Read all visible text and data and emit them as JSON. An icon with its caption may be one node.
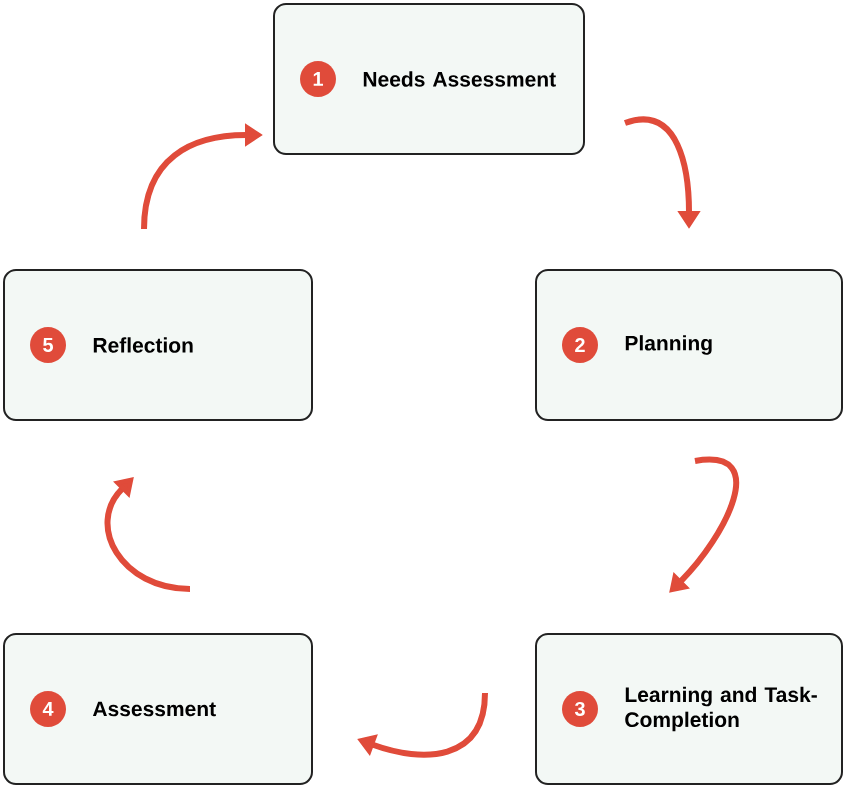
{
  "diagram": {
    "nodes": [
      {
        "text": [
          "1",
          "Needs Assessment"
        ]
      },
      {
        "text": [
          "2",
          "Planning"
        ]
      },
      {
        "text": [
          "3",
          "Learning and Task-Completion"
        ]
      },
      {
        "text": [
          "4",
          "Assessment"
        ]
      },
      {
        "text": [
          "5",
          "Reflection"
        ]
      }
    ],
    "edges": [
      {
        "from": 0,
        "to": 1,
        "arrow": "to"
      },
      {
        "from": 1,
        "to": 2,
        "arrow": "to"
      },
      {
        "from": 2,
        "to": 3,
        "arrow": "to"
      },
      {
        "from": 3,
        "to": 4,
        "arrow": "to"
      },
      {
        "from": 4,
        "to": 0,
        "arrow": "to"
      }
    ]
  }
}
